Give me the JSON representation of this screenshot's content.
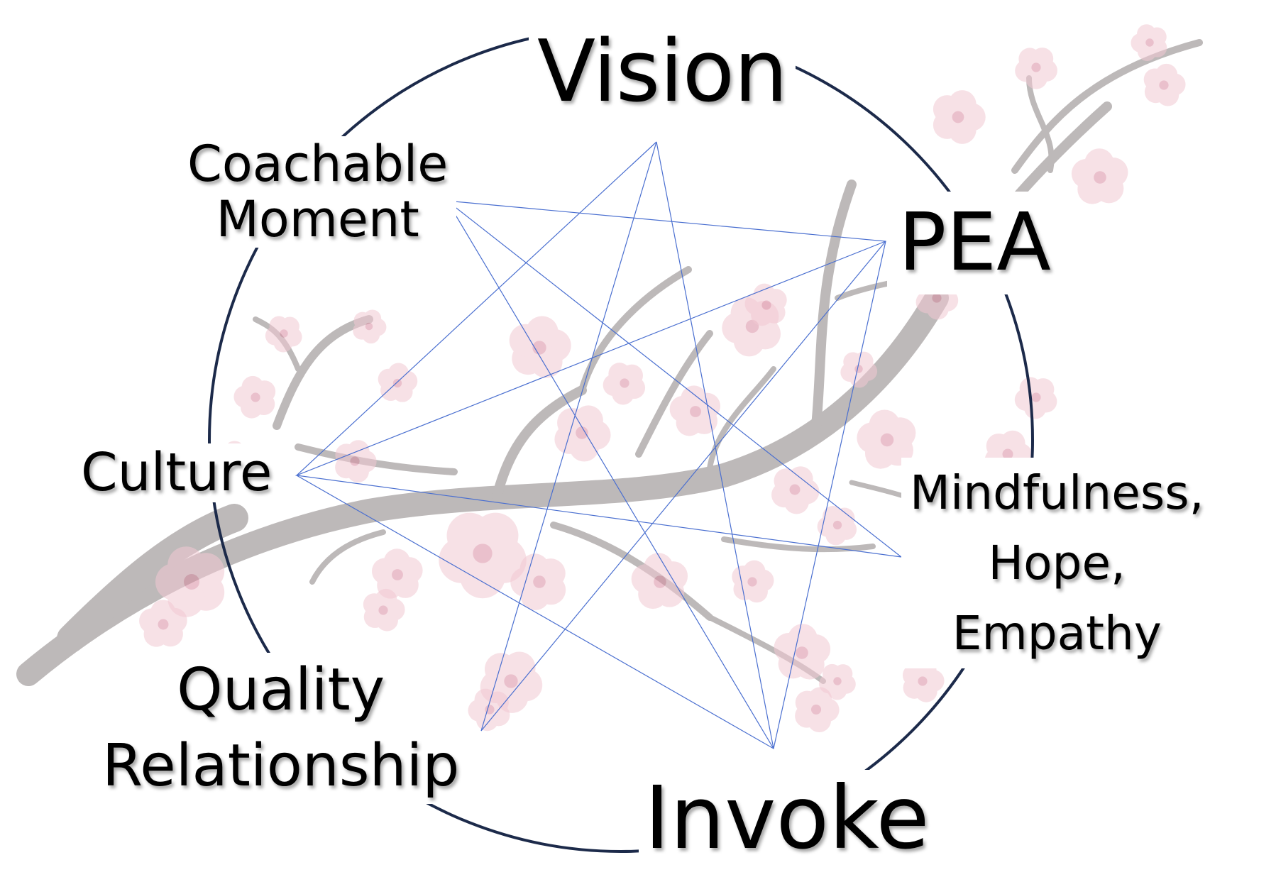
{
  "diagram": {
    "labels": {
      "vision": "Vision",
      "pea": "PEA",
      "coachable": [
        "Coachable",
        "Moment"
      ],
      "culture": "Culture",
      "mindfulness": [
        "Mindfulness,",
        "Hope,",
        "Empathy"
      ],
      "quality": [
        "Quality",
        "Relationship"
      ],
      "invoke": "Invoke"
    },
    "colors": {
      "ring": "#1c2a4a",
      "star_lines": "#4a6fd0",
      "branch": "#b9b6b6",
      "blossom": "#f2c9d3",
      "blossom_center": "#d98ea3",
      "text": "#000000"
    },
    "decoration": "cherry-blossom-branch"
  }
}
